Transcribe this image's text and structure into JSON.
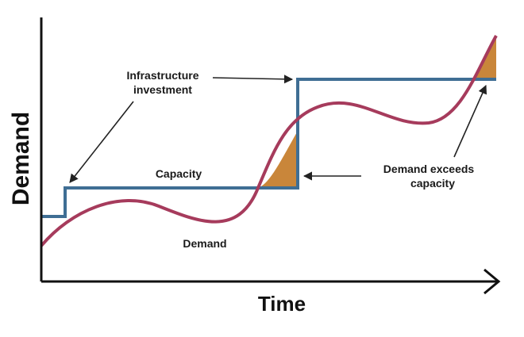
{
  "colors": {
    "capacity": "#3f6e94",
    "demand": "#a63b5c",
    "excess_fill": "#c9863a",
    "axis": "#111111",
    "annotation_arrow": "#222222"
  },
  "labels": {
    "y_axis": "Demand",
    "x_axis": "Time",
    "infrastructure_line1": "Infrastructure",
    "infrastructure_line2": "investment",
    "capacity": "Capacity",
    "demand": "Demand",
    "exceeds_line1": "Demand exceeds",
    "exceeds_line2": "capacity"
  }
}
